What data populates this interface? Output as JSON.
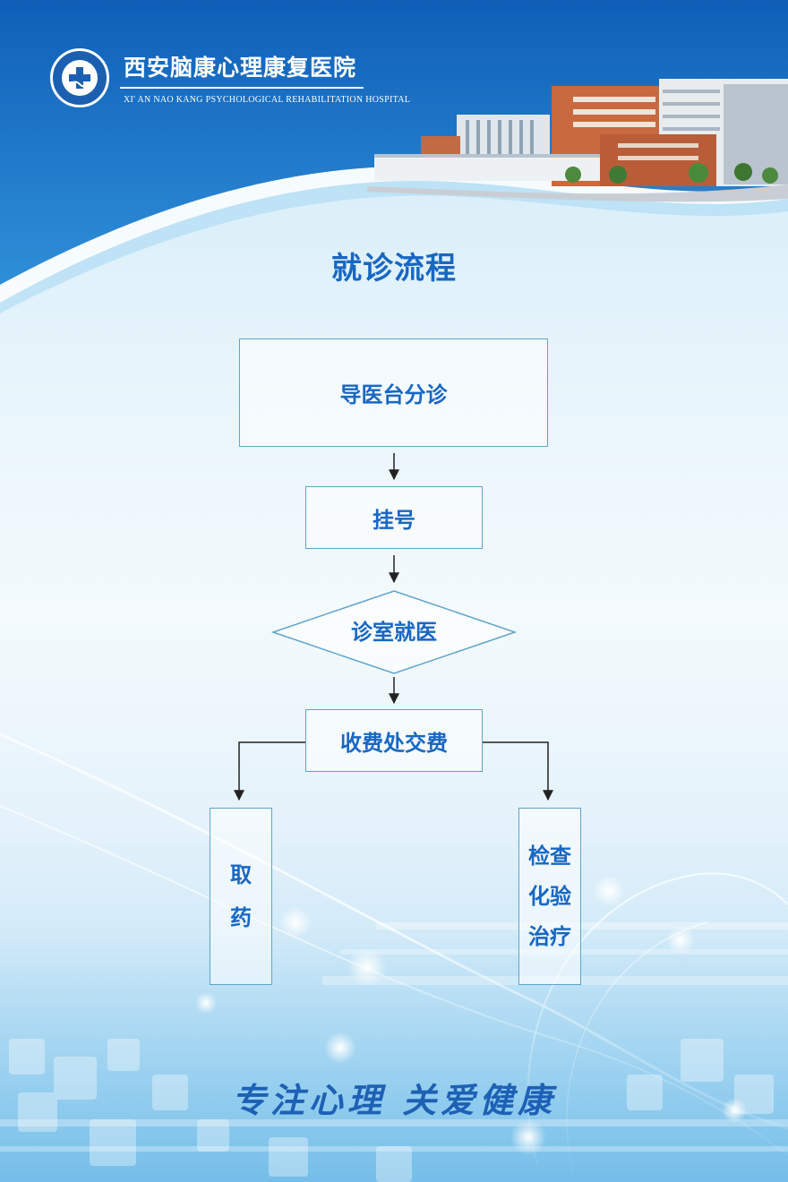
{
  "header": {
    "hospital_name_cn": "西安脑康心理康复医院",
    "hospital_name_en": "XI' AN NAO KANG PSYCHOLOGICAL  REHABILITATION HOSPITAL"
  },
  "title": "就诊流程",
  "flow": {
    "step1": "导医台分诊",
    "step2": "挂号",
    "step3": "诊室就医",
    "step4": "收费处交费",
    "branch_left": [
      "取",
      "药"
    ],
    "branch_right": [
      "检查",
      "化验",
      "治疗"
    ]
  },
  "slogan": "专注心理  关爱健康",
  "colors": {
    "title_blue": "#1867c4",
    "header_blue": "#1a6fc4",
    "box_border": "#5ea4cc"
  }
}
